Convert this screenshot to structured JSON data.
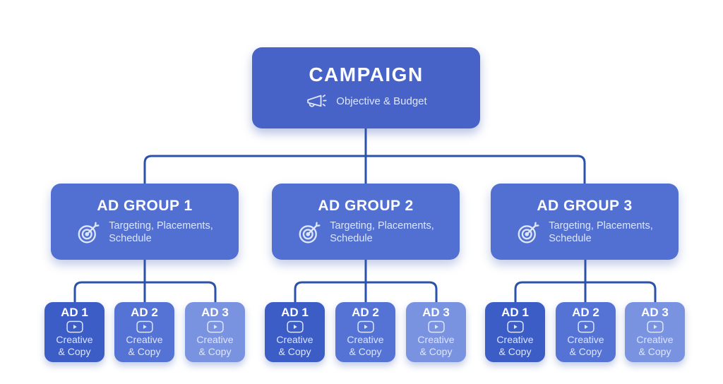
{
  "palette": {
    "background": "#ffffff",
    "campaign_box": "#4763c8",
    "group_box": "#5170d2",
    "ad1_box": "#3c5cc6",
    "ad2_box": "#5473d4",
    "ad3_box": "#7a93e1",
    "connector_line": "#2b52aa",
    "title_text": "#ffffff",
    "subtitle_text": "#dde6fb"
  },
  "campaign": {
    "title": "CAMPAIGN",
    "subtitle": "Objective & Budget",
    "icon": "megaphone-icon"
  },
  "groups": [
    {
      "title": "AD GROUP 1",
      "sub1": "Targeting, Placements,",
      "sub2": "Schedule",
      "icon": "target-icon",
      "ads": [
        {
          "name": "AD 1",
          "l1": "Creative",
          "l2": "& Copy",
          "icon": "video-play-icon"
        },
        {
          "name": "AD 2",
          "l1": "Creative",
          "l2": "& Copy",
          "icon": "video-play-icon"
        },
        {
          "name": "AD 3",
          "l1": "Creative",
          "l2": "& Copy",
          "icon": "video-play-icon"
        }
      ]
    },
    {
      "title": "AD GROUP 2",
      "sub1": "Targeting, Placements,",
      "sub2": "Schedule",
      "icon": "target-icon",
      "ads": [
        {
          "name": "AD 1",
          "l1": "Creative",
          "l2": "& Copy",
          "icon": "video-play-icon"
        },
        {
          "name": "AD 2",
          "l1": "Creative",
          "l2": "& Copy",
          "icon": "video-play-icon"
        },
        {
          "name": "AD 3",
          "l1": "Creative",
          "l2": "& Copy",
          "icon": "video-play-icon"
        }
      ]
    },
    {
      "title": "AD GROUP 3",
      "sub1": "Targeting, Placements,",
      "sub2": "Schedule",
      "icon": "target-icon",
      "ads": [
        {
          "name": "AD 1",
          "l1": "Creative",
          "l2": "& Copy",
          "icon": "video-play-icon"
        },
        {
          "name": "AD 2",
          "l1": "Creative",
          "l2": "& Copy",
          "icon": "video-play-icon"
        },
        {
          "name": "AD 3",
          "l1": "Creative",
          "l2": "& Copy",
          "icon": "video-play-icon"
        }
      ]
    }
  ]
}
